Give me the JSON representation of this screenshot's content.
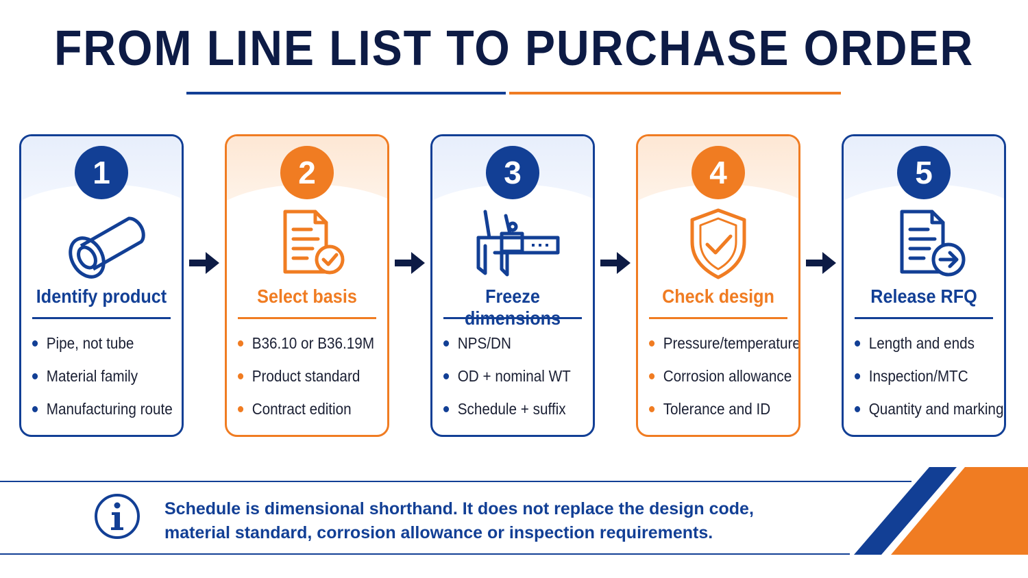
{
  "title": "FROM LINE LIST TO PURCHASE ORDER",
  "colors": {
    "navy": "#123f95",
    "orange": "#f07c22",
    "title": "#0d1b45"
  },
  "steps": [
    {
      "number": "1",
      "title": "Identify product",
      "accent": "blue",
      "icon": "pipe-icon",
      "bullets": [
        "Pipe, not tube",
        "Material family",
        "Manufacturing route"
      ]
    },
    {
      "number": "2",
      "title": "Select basis",
      "accent": "orange",
      "icon": "document-check-icon",
      "bullets": [
        "B36.10 or B36.19M",
        "Product standard",
        "Contract edition"
      ]
    },
    {
      "number": "3",
      "title": "Freeze dimensions",
      "accent": "blue",
      "icon": "caliper-icon",
      "bullets": [
        "NPS/DN",
        "OD + nominal WT",
        "Schedule + suffix"
      ]
    },
    {
      "number": "4",
      "title": "Check design",
      "accent": "orange",
      "icon": "shield-check-icon",
      "bullets": [
        "Pressure/temperature",
        "Corrosion allowance",
        "Tolerance and ID"
      ]
    },
    {
      "number": "5",
      "title": "Release RFQ",
      "accent": "blue",
      "icon": "document-send-icon",
      "bullets": [
        "Length and ends",
        "Inspection/MTC",
        "Quantity and marking"
      ]
    }
  ],
  "note": {
    "icon": "info-icon",
    "line1": "Schedule is dimensional shorthand. It does not replace the design code,",
    "line2": "material standard, corrosion allowance or inspection requirements."
  }
}
